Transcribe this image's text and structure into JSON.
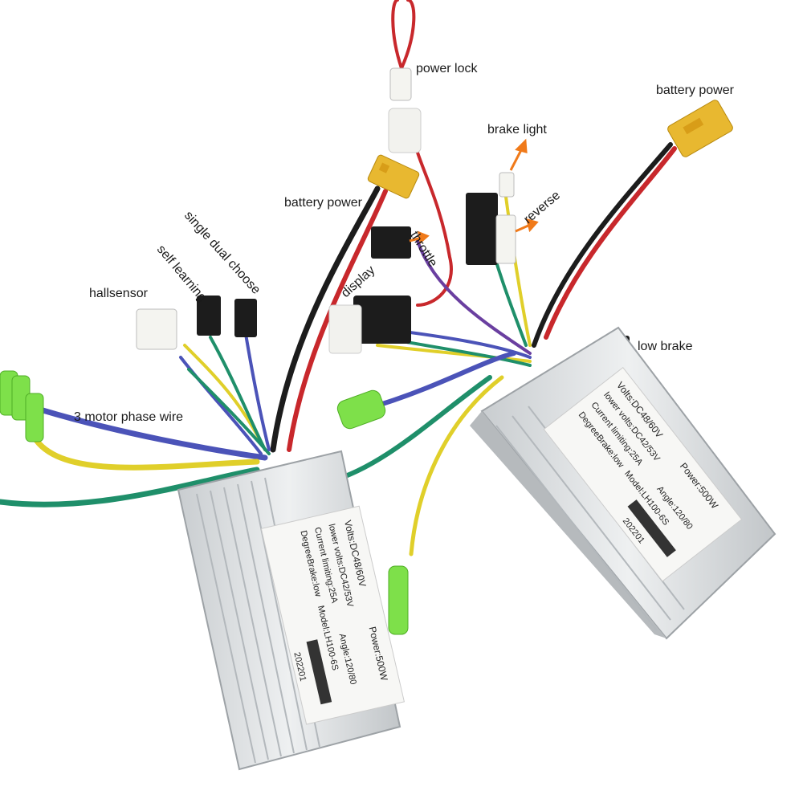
{
  "labels": {
    "power_lock": "power lock",
    "battery_power_right": "battery power",
    "brake_light": "brake light",
    "reverse": "reverse",
    "battery_power_center": "battery power",
    "throttle": "throttle",
    "single_dual_choose": "single dual choose",
    "self_learning": "self learning",
    "display": "display",
    "hallsensor": "hallsensor",
    "low_brake": "low brake",
    "motor_phase_wire": "3 motor phase wire"
  },
  "controller_left": {
    "volts": "Volts:DC48/60V",
    "power": "Power:500W",
    "lower_volts": "lower volts:DC42/53V",
    "current": "Current limiting:25A",
    "angle": "Angle:120/80",
    "degree_brake": "DegreeBrake:low",
    "model": "Model:LH100-6S",
    "serial": "202201"
  },
  "controller_right": {
    "volts": "Volts:DC48/60V",
    "power": "Power:500W",
    "lower_volts": "lower volts:DC42/53V",
    "current": "Current limiting:25A",
    "angle": "Angle:120/80",
    "degree_brake": "DegreeBrake:low",
    "model": "Model:LH100-6S",
    "serial": "202201"
  },
  "colors": {
    "housing": "#d9dcde",
    "wire_red": "#c8282c",
    "wire_black": "#1c1c1c",
    "wire_yellow": "#e0cf2a",
    "wire_green": "#1f8f6a",
    "wire_blue": "#4b53b8",
    "wire_purple": "#6a3fa0",
    "connector_xt60": "#e8b830",
    "terminal_green": "#7ee04a",
    "arrow_orange": "#f07a1a"
  }
}
